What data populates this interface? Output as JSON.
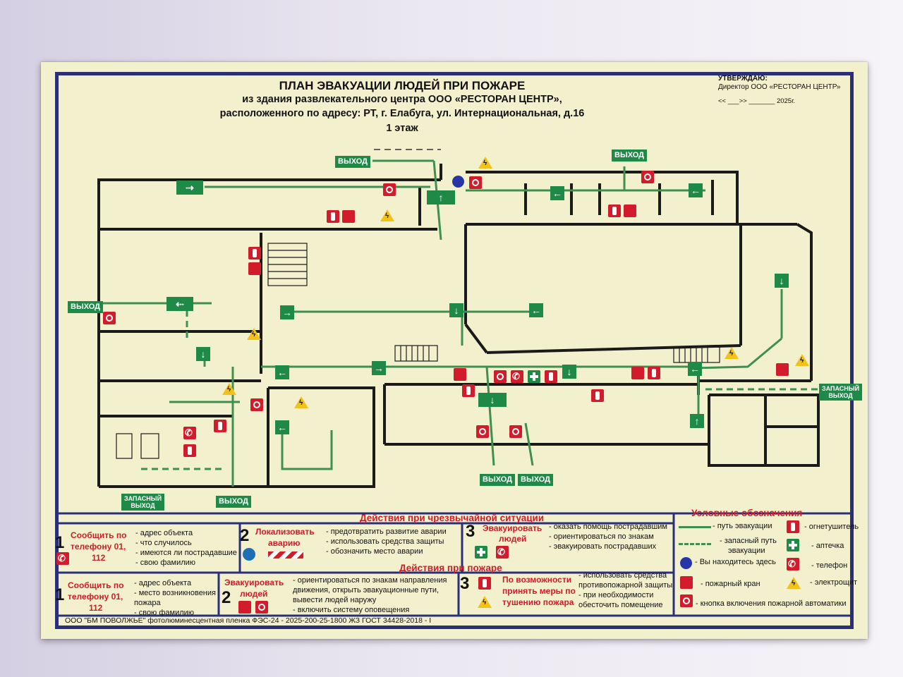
{
  "header": {
    "title": "ПЛАН ЭВАКУАЦИИ ЛЮДЕЙ ПРИ ПОЖАРЕ",
    "line2": "из здания развлекательного центра ООО «РЕСТОРАН ЦЕНТР»,",
    "line3": "расположенного по адресу: РТ, г. Елабуга, ул. Интернациональная, д.16",
    "floor": "1 этаж"
  },
  "approval": {
    "label": "УТВЕРЖДАЮ:",
    "position": "Директор ООО «РЕСТОРАН ЦЕНТР»",
    "date": "<< ___>> _______ 2025г."
  },
  "plan": {
    "exit": "ВЫХОД",
    "spare_exit_1": "ЗАПАСНЫЙ",
    "spare_exit_2": "ВЫХОД"
  },
  "emergency": {
    "heading": "Действия при чрезвычайной ситуации",
    "col1": {
      "num": "1",
      "title_1": "Сообщить по",
      "title_2": "телефону 01,",
      "title_3": "112",
      "items": [
        "- адрес объекта",
        "- что случилось",
        "- имеются ли пострадавшие",
        "- свою фамилию"
      ]
    },
    "col2": {
      "num": "2",
      "title_1": "Локализовать",
      "title_2": "аварию",
      "items": [
        "- предотвратить развитие аварии",
        "- использовать средства защиты",
        "- обозначить место аварии"
      ]
    },
    "col3": {
      "num": "3",
      "title_1": "Эвакуировать",
      "title_2": "людей",
      "items": [
        "- оказать помощь пострадавшим",
        "- ориентироваться по знакам",
        "- эвакуировать пострадавших"
      ]
    }
  },
  "fire": {
    "heading": "Действия при пожаре",
    "col1": {
      "num": "1",
      "title_1": "Сообщить по",
      "title_2": "телефону 01,",
      "title_3": "112",
      "items": [
        "- адрес объекта",
        "- место возникновения",
        "пожара",
        "- свою фамилию"
      ]
    },
    "col2": {
      "num": "2",
      "title_1": "Эвакуировать",
      "title_2": "людей",
      "items": [
        "- ориентироваться по   знакам направления",
        "движения, открыть эвакуационные пути,",
        "вывести людей наружу",
        "- включить систему оповещения"
      ]
    },
    "col3": {
      "num": "3",
      "title_1": "По возможности",
      "title_2": "принять меры по",
      "title_3": "тушению пожара",
      "items": [
        "- использовать средства",
        "противопожарной защиты",
        "- при необходимости",
        "обесточить помещение"
      ]
    }
  },
  "legend": {
    "heading": "Условные обозначения",
    "evac_path": "- путь эвакуации",
    "spare_path_1": "- запасный путь",
    "spare_path_2": "эвакуации",
    "you_are_here": "- Вы находитесь здесь",
    "hydrant": "- пожарный кран",
    "button": "- кнопка включения пожарной автоматики",
    "extinguisher": "- огнетушитель",
    "first_aid": "- аптечка",
    "phone": "- телефон",
    "electric": "- электрощит"
  },
  "footer": "ООО \"БМ ПОВОЛЖЬЕ\" фотолюминесцентная пленка ФЭС-24 - 2025-200-25-1800 ЖЗ ГОСТ 34428-2018 - I",
  "colors": {
    "evac_green": "#3f8f4f",
    "frame_blue": "#2b2f7a",
    "sign_red": "#d21c2c",
    "warning_yellow": "#f2c21a"
  }
}
